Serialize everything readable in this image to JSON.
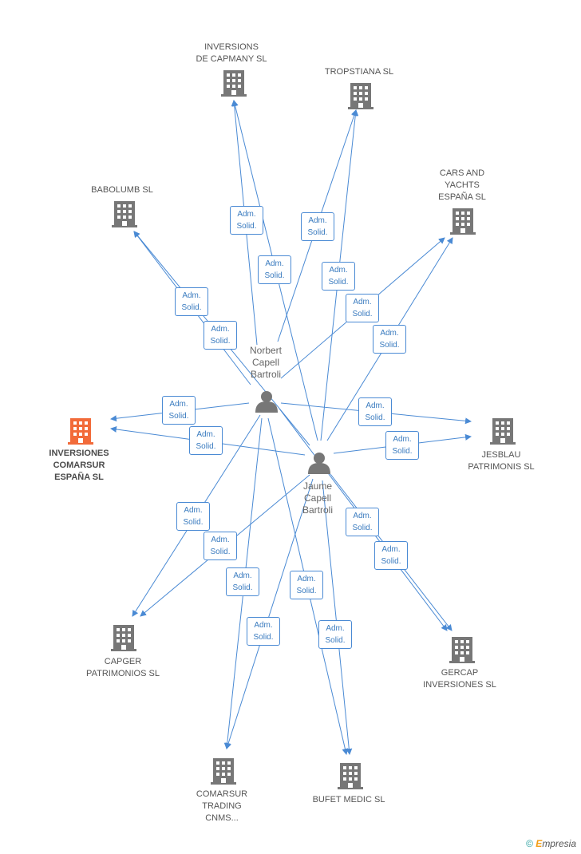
{
  "colors": {
    "edge": "#4a8ad4",
    "building": "#777777",
    "building_focus": "#f26b3a",
    "person": "#777777"
  },
  "companies": {
    "inversions_capmany": "INVERSIONS\nDE CAPMANY SL",
    "tropstiana": "TROPSTIANA SL",
    "cars_yachts": "CARS AND\nYACHTS\nESPAÑA SL",
    "babolumb": "BABOLUMB SL",
    "inversiones_comarsur": "INVERSIONES\nCOMARSUR\nESPAÑA SL",
    "jesblau": "JESBLAU\nPATRIMONIS SL",
    "capger": "CAPGER\nPATRIMONIOS SL",
    "gercap": "GERCAP\nINVERSIONES SL",
    "comarsur_trading": "COMARSUR\nTRADING\nCNMS...",
    "bufet_medic": "BUFET MEDIC SL"
  },
  "persons": {
    "norbert": "Norbert\nCapell\nBartroli",
    "jaume": "Jaume\nCapell\nBartroli"
  },
  "relation_label": "Adm.\nSolid.",
  "footer": {
    "copyright": "©",
    "brand_initial": "E",
    "brand_rest": "mpresia"
  }
}
